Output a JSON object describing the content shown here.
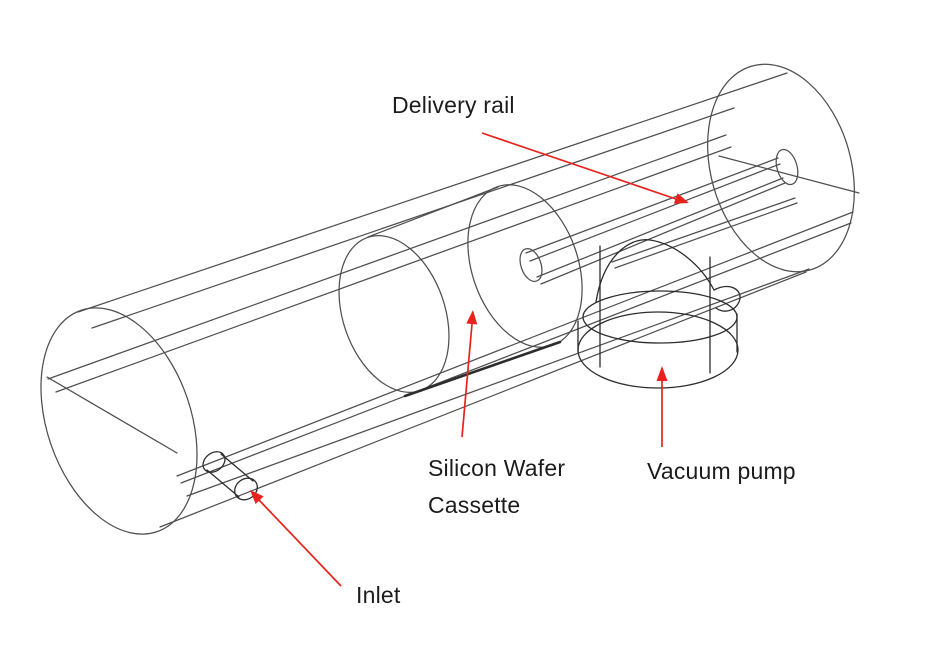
{
  "page": {
    "background": "#ffffff",
    "kind": "wireframe-cad-diagram",
    "description": "Isometric wireframe drawing of a cylindrical vacuum chamber tube containing a delivery rail and a silicon wafer cassette, with a vacuum pump below and an inlet stub, annotated with red leader arrows"
  },
  "colors": {
    "accent": "#e8231d",
    "wireframe": "#4f4f4f",
    "wireframe_dark": "#2d2d2d",
    "text": "#1c1c1c",
    "background": "#ffffff"
  },
  "labels": {
    "delivery_rail": "Delivery rail",
    "silicon_wafer_line1": "Silicon Wafer",
    "silicon_wafer_line2": "Cassette",
    "vacuum_pump": "Vacuum pump",
    "inlet": "Inlet"
  }
}
